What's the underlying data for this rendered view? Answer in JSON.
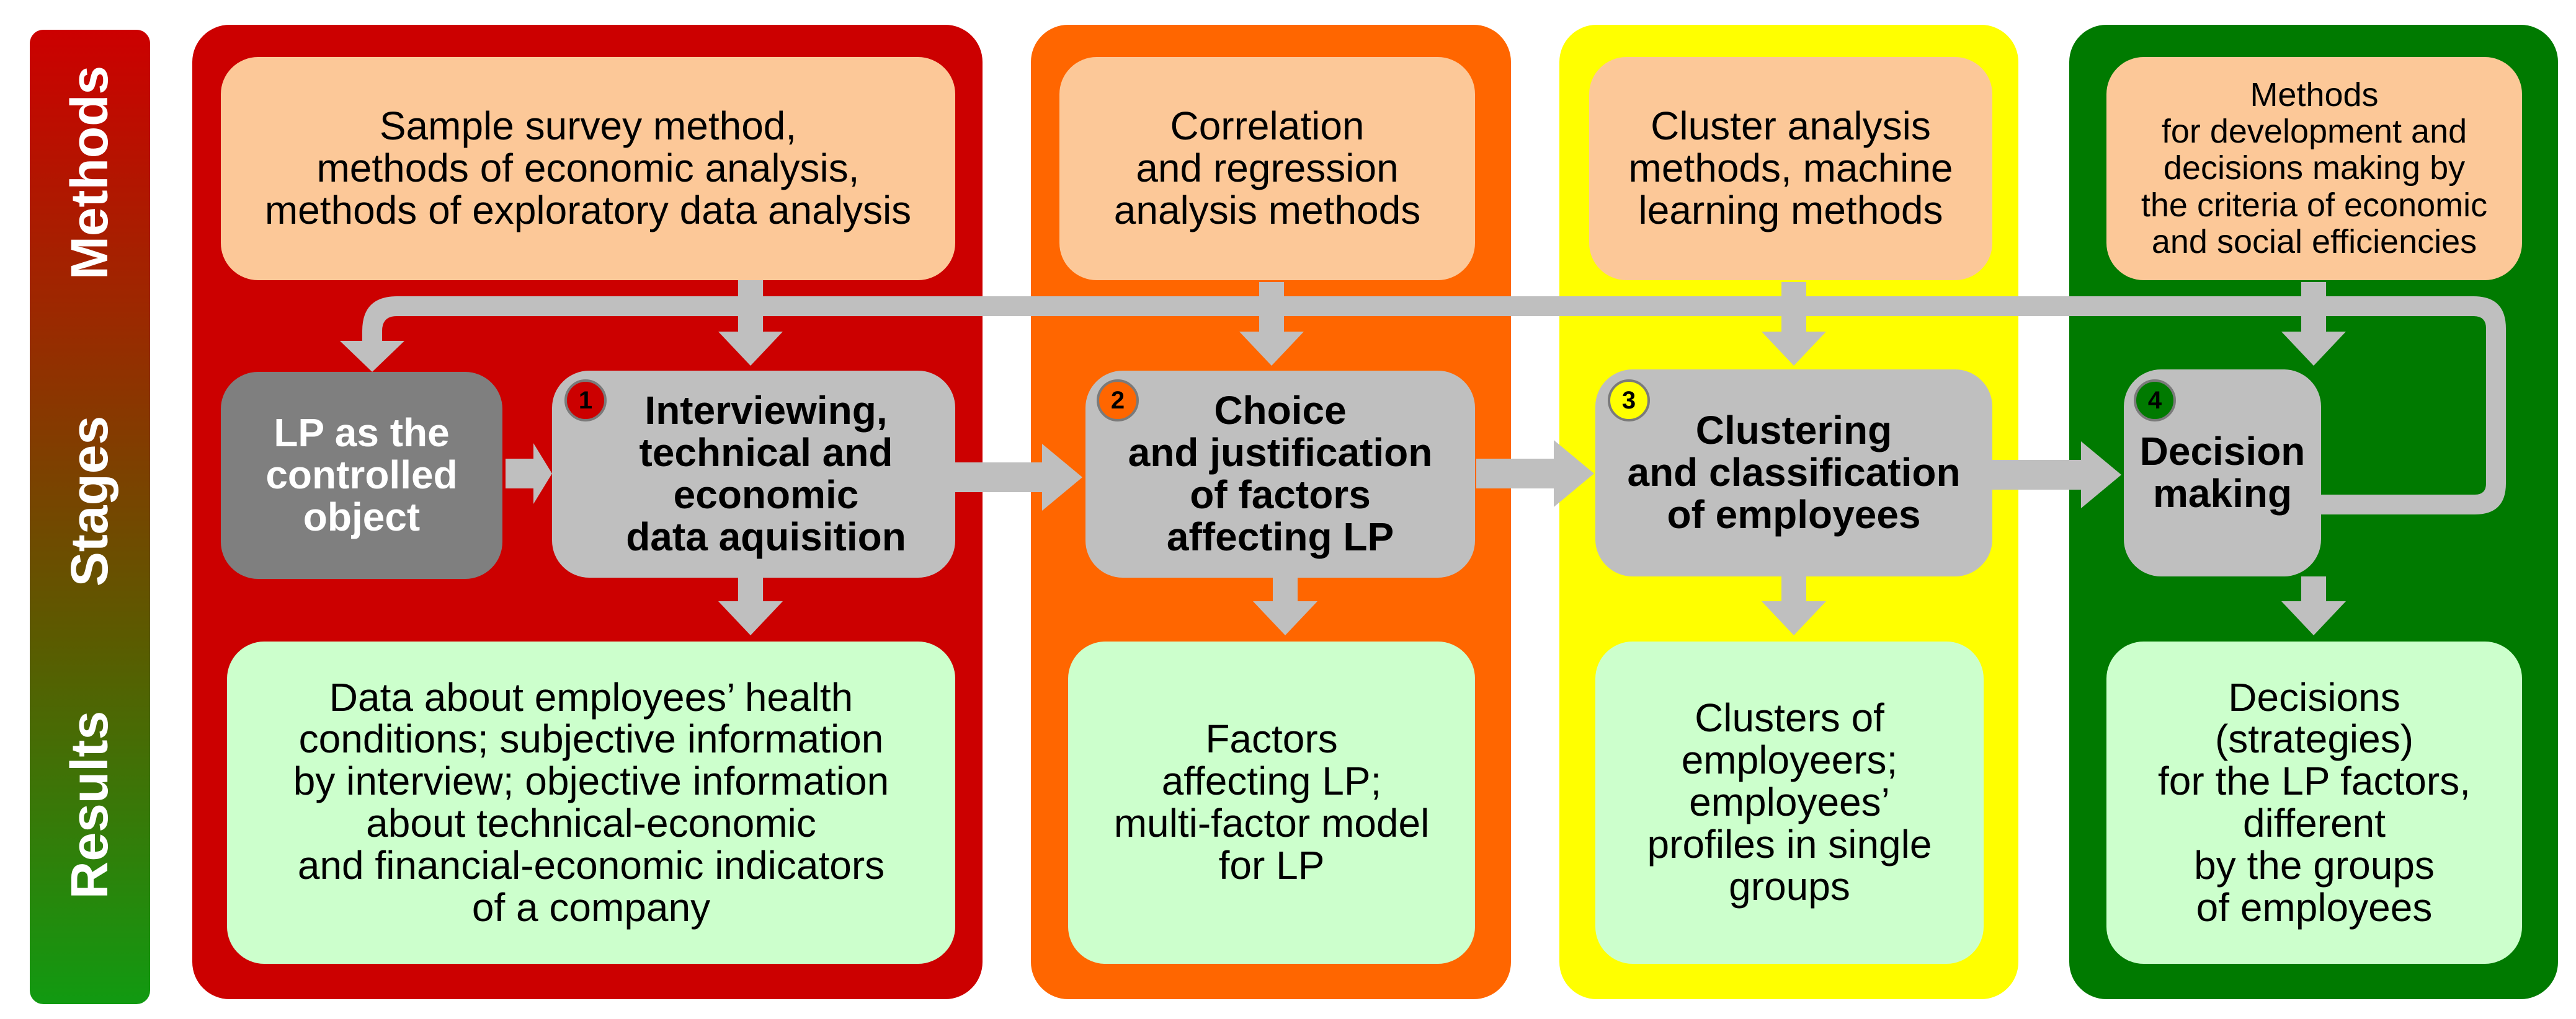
{
  "sidebar": {
    "labels": {
      "methods": "Methods",
      "stages": "Stages",
      "results": "Results"
    }
  },
  "colors": {
    "panel_1": "#cc0000",
    "panel_2": "#ff6600",
    "panel_3": "#ffff00",
    "panel_4": "#007a00",
    "method_box": "#fcc898",
    "result_box": "#ccffcc",
    "stage_box": "#bfbfbf",
    "object_box": "#7f7f7f",
    "arrow": "#bfbfbf"
  },
  "object_box": {
    "label": "LP as the\ncontrolled\nobject"
  },
  "columns": [
    {
      "method": "Sample survey method,\nmethods of economic analysis,\nmethods of exploratory data analysis",
      "stage_number": "1",
      "stage": "Interviewing,\ntechnical and\neconomic\ndata aquisition",
      "result": "Data about employees’ health\nconditions; subjective information\nby interview;  objective information\nabout technical-economic\nand financial-economic indicators\nof a company"
    },
    {
      "method": "Correlation\nand regression\nanalysis methods",
      "stage_number": "2",
      "stage": "Choice\nand justification\nof factors\naffecting LP",
      "result": "Factors\naffecting LP;\nmulti-factor model\nfor LP"
    },
    {
      "method": "Cluster analysis\nmethods, machine\nlearning methods",
      "stage_number": "3",
      "stage": "Clustering\nand classification\nof employees",
      "result": "Clusters of\nemployeers;\nemployees’\nprofiles in single\ngroups"
    },
    {
      "method": "Methods\nfor development and\ndecisions making by\nthe criteria of economic\nand social efficiencies",
      "stage_number": "4",
      "stage": "Decision\nmaking",
      "result": "Decisions\n(strategies)\nfor the LP factors,\ndifferent\nby the groups\nof employees"
    }
  ]
}
